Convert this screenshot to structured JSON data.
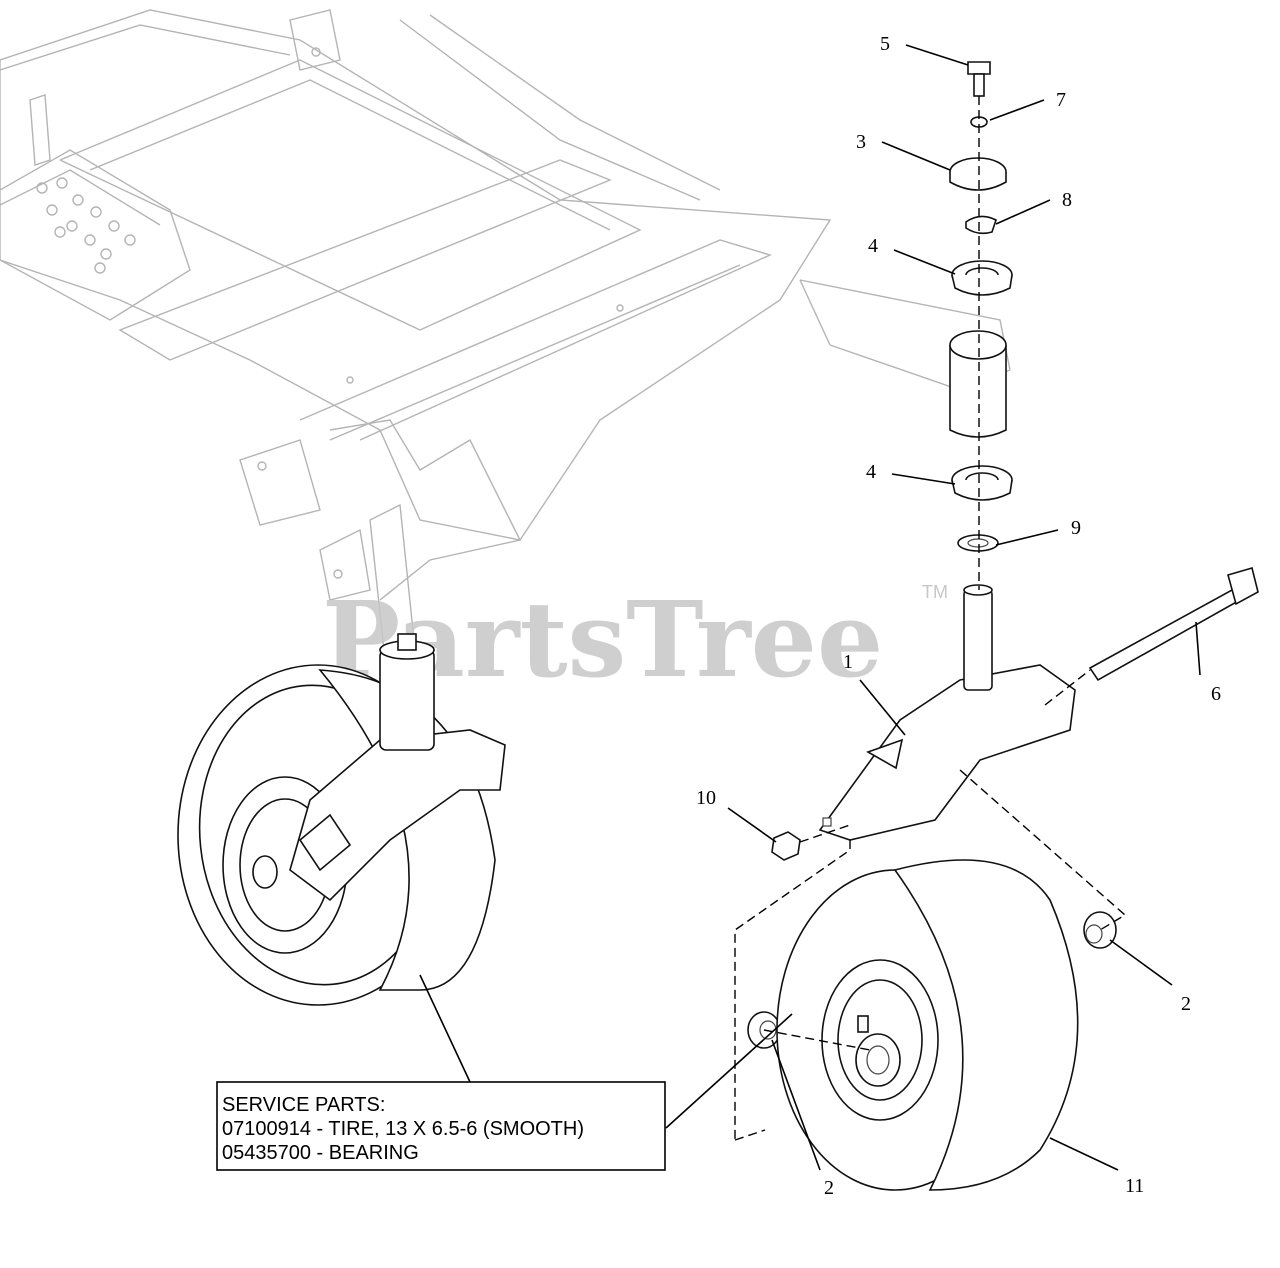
{
  "watermark": {
    "text": "PartsTree",
    "trademark": "TM"
  },
  "callouts": [
    {
      "id": "c5",
      "label": "5"
    },
    {
      "id": "c7",
      "label": "7"
    },
    {
      "id": "c3",
      "label": "3"
    },
    {
      "id": "c8",
      "label": "8"
    },
    {
      "id": "c4a",
      "label": "4"
    },
    {
      "id": "c4b",
      "label": "4"
    },
    {
      "id": "c9",
      "label": "9"
    },
    {
      "id": "c1",
      "label": "1"
    },
    {
      "id": "c6",
      "label": "6"
    },
    {
      "id": "c10",
      "label": "10"
    },
    {
      "id": "c2a",
      "label": "2"
    },
    {
      "id": "c2b",
      "label": "2"
    },
    {
      "id": "c11",
      "label": "11"
    }
  ],
  "service_parts": {
    "heading": "SERVICE PARTS:",
    "lines": [
      "07100914 - TIRE, 13 X 6.5-6 (SMOOTH)",
      "05435700 - BEARING"
    ]
  }
}
